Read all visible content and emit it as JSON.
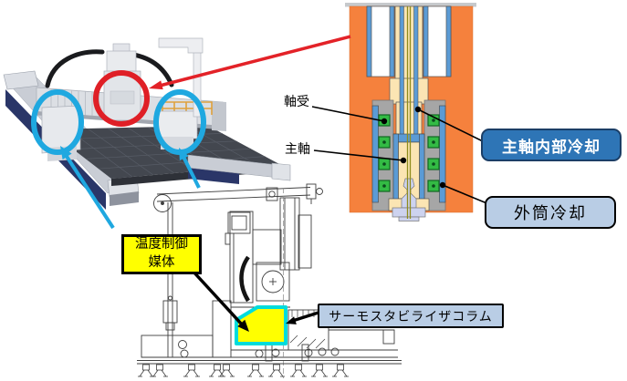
{
  "slide": {
    "labels": {
      "bearing": "軸受",
      "spindle": "主軸",
      "spindle_internal_cooling": "主軸内部冷却",
      "outer_cylinder_cooling": "外筒冷却",
      "temp_control_medium_line1": "温度制御",
      "temp_control_medium_line2": "媒体",
      "thermo_stabilizer_column": "サーモスタビライザコラム"
    },
    "colors": {
      "highlight_red": "#DF1F26",
      "highlight_cyan": "#1FA8E0",
      "section_orange": "#F5813D",
      "coolant_blue": "#5B9BD5",
      "bearing_green": "#33BB44",
      "spindle_cream": "#FBE5B3",
      "housing_gray": "#A6A6A6",
      "tool_taper_lavender": "#CDD3EF",
      "label_box_dark_blue": "#2E75B6",
      "label_box_light_blue": "#B9CDE5",
      "highlight_yellow": "#FFFF00",
      "region_border_cyan": "#00DCDC"
    }
  }
}
